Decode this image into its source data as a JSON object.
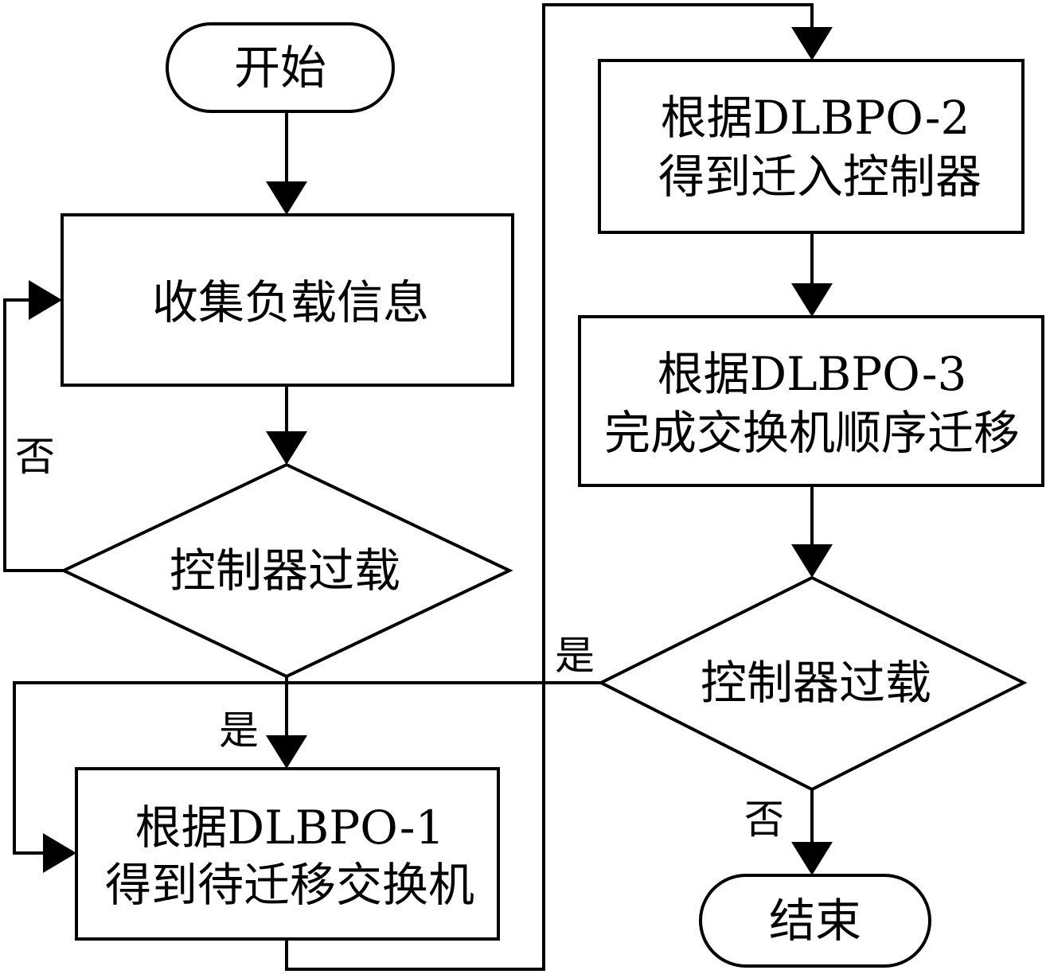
{
  "diagram": {
    "start": "开始",
    "end": "结束",
    "collect": "收集负载信息",
    "decision1": "控制器过载",
    "step1": {
      "line1": "根据DLBPO-1",
      "line2": "得到待迁移交换机"
    },
    "step2": {
      "line1": "根据DLBPO-2",
      "line2": "得到迁入控制器"
    },
    "step3": {
      "line1": "根据DLBPO-3",
      "line2": "完成交换机顺序迁移"
    },
    "decision2": "控制器过载",
    "yes1": "是",
    "no1": "否",
    "yes2": "是",
    "no2": "否"
  }
}
